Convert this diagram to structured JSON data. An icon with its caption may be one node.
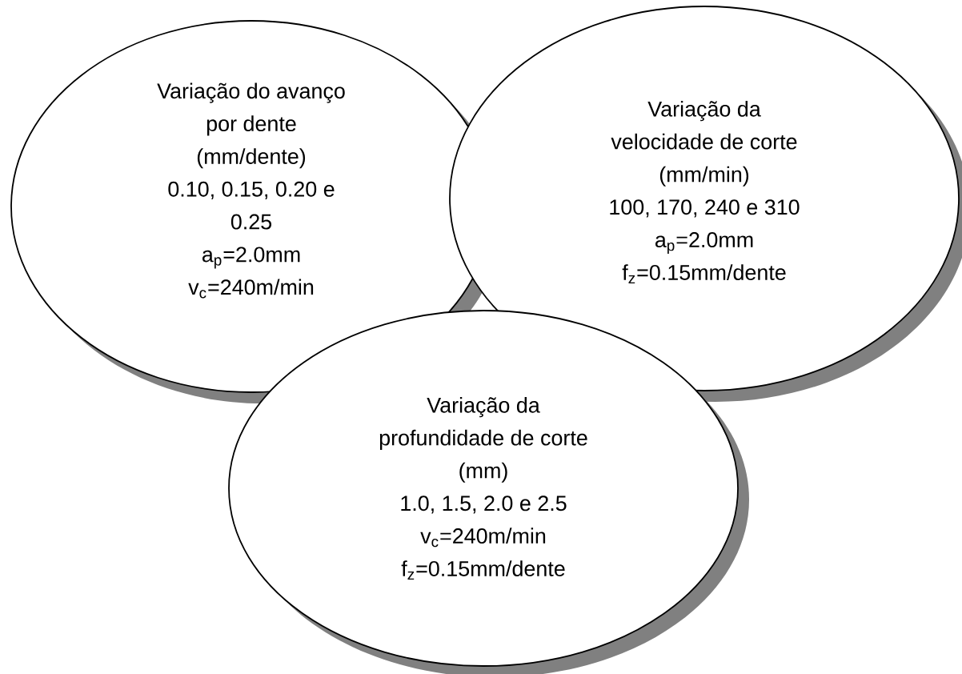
{
  "diagram": {
    "nodes": [
      {
        "text": [
          "Variação do avanço por dente (mm/dente)",
          "0.10, 0.15, 0.20 e 0.25",
          "a$_{p}$=2.0mm",
          "v$_{c}$=240m/min"
        ]
      },
      {
        "text": [
          "Variação da velocidade de corte (mm/min)",
          "100, 170, 240 e 310",
          "a$_{p}$=2.0mm",
          "f$_{z}$=0.15mm/dente"
        ]
      },
      {
        "text": [
          "Variação da profundidade de corte (mm)",
          "1.0, 1.5, 2.0 e 2.5",
          "v$_{c}$=240m/min",
          "f$_{z}$=0.15mm/dente"
        ]
      }
    ]
  }
}
